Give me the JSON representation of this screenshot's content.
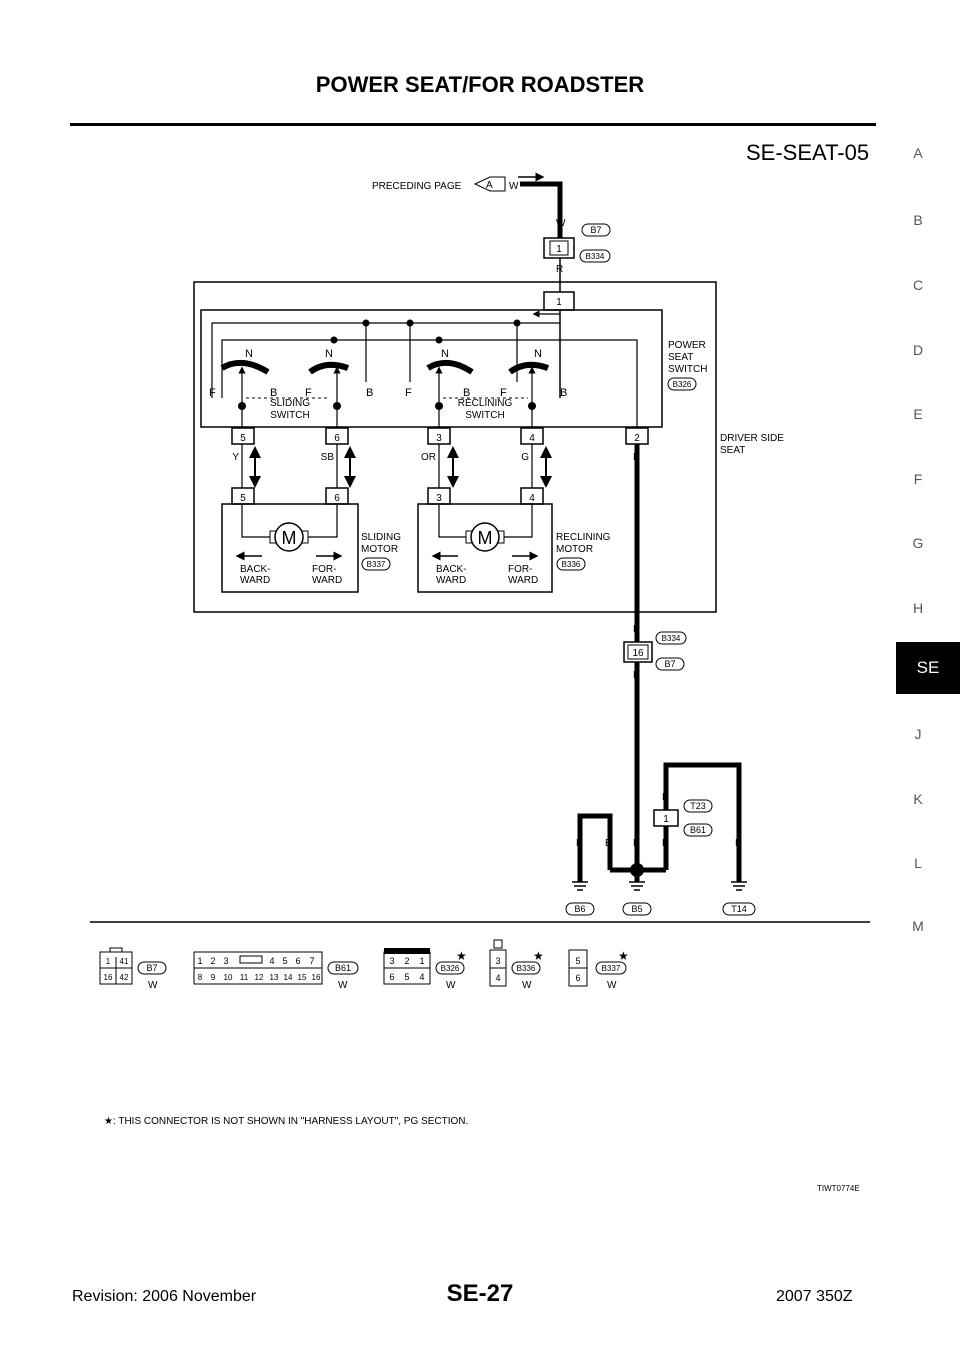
{
  "header": {
    "title": "POWER SEAT/FOR ROADSTER",
    "diagram_id": "SE-SEAT-05"
  },
  "side_tabs": [
    "A",
    "B",
    "C",
    "D",
    "E",
    "F",
    "G",
    "H",
    "SE",
    "J",
    "K",
    "L",
    "M"
  ],
  "active_tab": "SE",
  "labels": {
    "preceding_page": "PRECEDING PAGE",
    "preceding_ref": "A",
    "power_seat_switch": [
      "POWER",
      "SEAT",
      "SWITCH"
    ],
    "driver_side_seat": [
      "DRIVER SIDE",
      "SEAT"
    ],
    "sliding_switch": [
      "SLIDING",
      "SWITCH"
    ],
    "reclining_switch": [
      "RECLINING",
      "SWITCH"
    ],
    "sliding_motor": [
      "SLIDING",
      "MOTOR"
    ],
    "reclining_motor": [
      "RECLINING",
      "MOTOR"
    ],
    "backward": [
      "BACK-",
      "WARD"
    ],
    "forward": [
      "FOR-",
      "WARD"
    ],
    "motor_symbol": "M",
    "switch_F": "F",
    "switch_B": "B",
    "switch_N": "N",
    "footnote_mark": "★",
    "footnote": ": THIS CONNECTOR IS NOT SHOWN IN \"HARNESS LAYOUT\", PG SECTION.",
    "figure_code": "TIWT0774E"
  },
  "wires": {
    "top_in": "W",
    "top_r": "R",
    "y": "Y",
    "sb": "SB",
    "or": "OR",
    "g": "G",
    "b": "B"
  },
  "connectors": {
    "b7": "B7",
    "b334": "B334",
    "b326": "B326",
    "b337": "B337",
    "b336": "B336",
    "t23": "T23",
    "b61": "B61",
    "b6": "B6",
    "b5": "B5",
    "t14": "T14"
  },
  "pins": {
    "p1": "1",
    "p2": "2",
    "p3": "3",
    "p4": "4",
    "p5": "5",
    "p6": "6",
    "p16": "16"
  },
  "legend": {
    "b7_pins": [
      "1",
      "41",
      "16",
      "42"
    ],
    "b61_pins_top": [
      "1",
      "2",
      "3",
      "4",
      "5",
      "6",
      "7"
    ],
    "b61_pins_bottom": [
      "8",
      "9",
      "10",
      "11",
      "12",
      "13",
      "14",
      "15",
      "16"
    ],
    "b326_pins": [
      "3",
      "2",
      "1",
      "6",
      "5",
      "4"
    ],
    "b336_pins": [
      "3",
      "4"
    ],
    "b337_pins": [
      "5",
      "6"
    ],
    "color_w": "W"
  },
  "footer": {
    "revision": "Revision: 2006 November",
    "page": "SE-27",
    "model": "2007 350Z"
  }
}
